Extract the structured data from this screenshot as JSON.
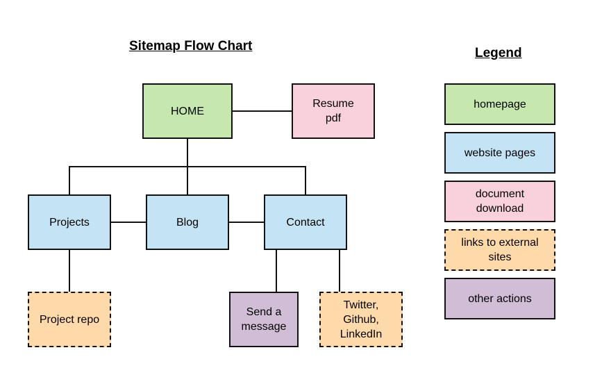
{
  "diagram": {
    "title": "Sitemap Flow Chart",
    "nodes": {
      "home": "HOME",
      "resume": "Resume pdf",
      "projects": "Projects",
      "blog": "Blog",
      "contact": "Contact",
      "project_repo": "Project repo",
      "send_message": "Send a message",
      "social": "Twitter, Github, LinkedIn"
    }
  },
  "legend": {
    "title": "Legend",
    "items": [
      {
        "label": "homepage",
        "color": "#c6e8ae"
      },
      {
        "label": "website pages",
        "color": "#c4e3f4"
      },
      {
        "label": "document download",
        "color": "#f9d1dc"
      },
      {
        "label": "links to external sites",
        "color": "#fed9a9"
      },
      {
        "label": "other actions",
        "color": "#d2bdd7"
      }
    ]
  }
}
